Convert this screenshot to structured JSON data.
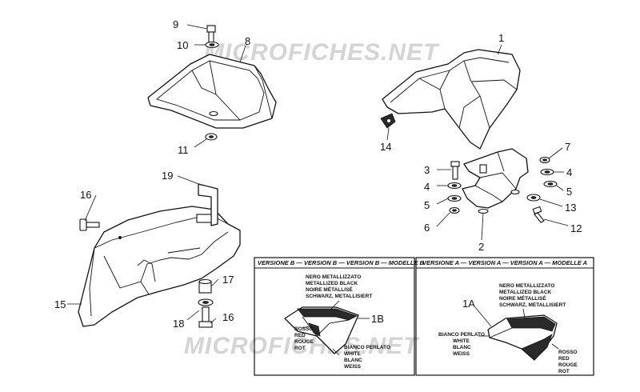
{
  "watermark": "MICROFICHES.NET",
  "callouts": {
    "c1": "1",
    "c2": "2",
    "c3": "3",
    "c4a": "4",
    "c4b": "4",
    "c5a": "5",
    "c5b": "5",
    "c6": "6",
    "c7": "7",
    "c8": "8",
    "c9": "9",
    "c10": "10",
    "c11": "11",
    "c12": "12",
    "c13": "13",
    "c14": "14",
    "c15": "15",
    "c16a": "16",
    "c16b": "16",
    "c17": "17",
    "c18": "18",
    "c19": "19"
  },
  "version_b": {
    "title": "VERSIONE B — VERSION B — VERSION B — MODELLE B",
    "part_label": "1B",
    "color_top": [
      "NERO METALLIZZATO",
      "METALLIZED BLACK",
      "NOIRE MÉTALLISÉ",
      "SCHWARZ, METALLISIERT"
    ],
    "color_left": [
      "ROSSO",
      "RED",
      "ROUGE",
      "ROT"
    ],
    "color_right": [
      "BIANCO PERLATO",
      "WHITE",
      "BLANC",
      "WEISS"
    ]
  },
  "version_a": {
    "title": "VERSIONE A — VERSION A — VERSION A — MODELLE A",
    "part_label": "1A",
    "color_top": [
      "NERO METALLIZZATO",
      "METALLIZED BLACK",
      "NOIRE MÉTALLISÉ",
      "SCHWARZ, METALLISIERT"
    ],
    "color_left": [
      "BIANCO PERLATO",
      "WHITE",
      "BLANC",
      "WEISS"
    ],
    "color_right": [
      "ROSSO",
      "RED",
      "ROUGE",
      "ROT"
    ]
  }
}
